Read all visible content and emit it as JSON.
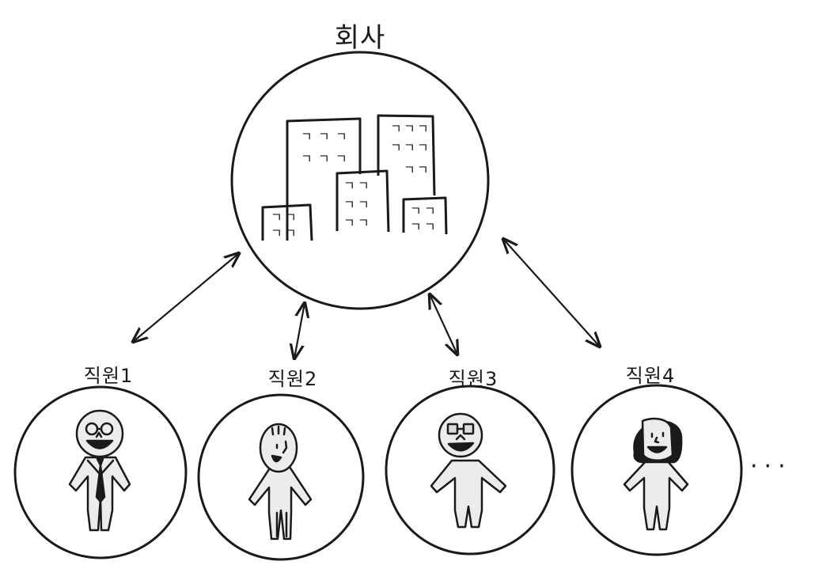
{
  "company": {
    "label": "회사"
  },
  "employees": [
    {
      "label": "직원1"
    },
    {
      "label": "직원2"
    },
    {
      "label": "직원3"
    },
    {
      "label": "직원4"
    }
  ],
  "more": "···",
  "window_mark": "ㄱ",
  "colors": {
    "ink": "#1a1a1a",
    "fill": "#ececec",
    "background": "#ffffff"
  }
}
